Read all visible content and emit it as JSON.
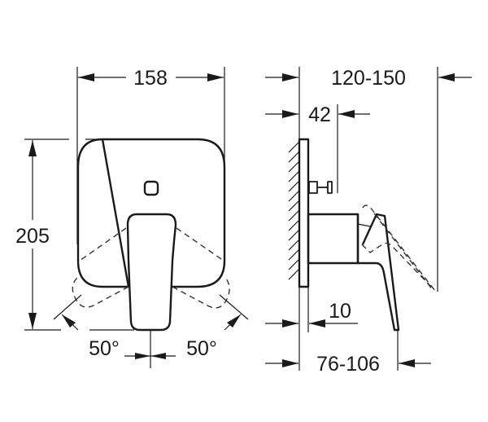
{
  "drawing": {
    "type": "technical dimension drawing",
    "subject": "concealed single-lever shower mixer trim",
    "line_color": "#1a1a1a",
    "background": "#ffffff"
  },
  "front_view": {
    "width_label": "158",
    "height_label": "205",
    "angle_left_label": "50°",
    "angle_right_label": "50°"
  },
  "side_view": {
    "total_depth_label": "120-150",
    "diverter_depth_label": "42",
    "plate_thickness_label": "10",
    "lever_depth_label": "76-106"
  }
}
